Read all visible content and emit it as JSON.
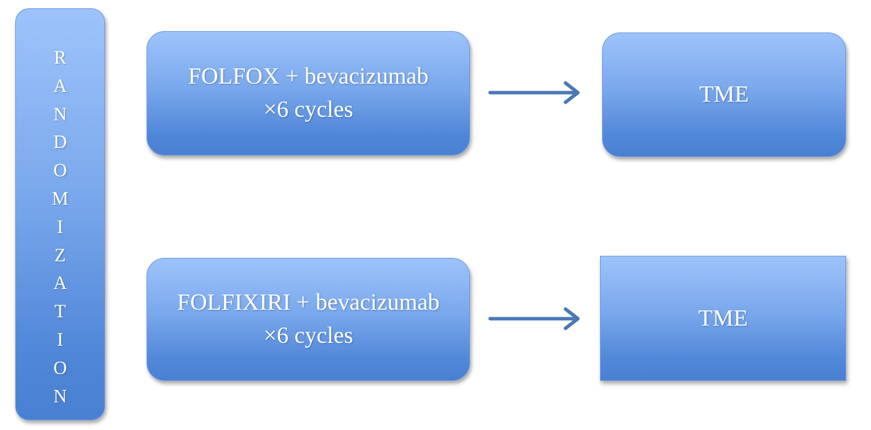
{
  "randomization": {
    "letters": [
      "R",
      "A",
      "N",
      "D",
      "O",
      "M",
      "I",
      "Z",
      "A",
      "T",
      "I",
      "O",
      "N"
    ]
  },
  "arms": [
    {
      "treatment_line1": "FOLFOX + bevacizumab",
      "treatment_line2": "×6 cycles",
      "outcome": "TME"
    },
    {
      "treatment_line1": "FOLFIXIRI + bevacizumab",
      "treatment_line2": "×6 cycles",
      "outcome": "TME"
    }
  ],
  "colors": {
    "box_top": "#9ec3fb",
    "box_bottom": "#4a80d2",
    "arrow": "#4a78b5",
    "text": "#ffffff"
  }
}
